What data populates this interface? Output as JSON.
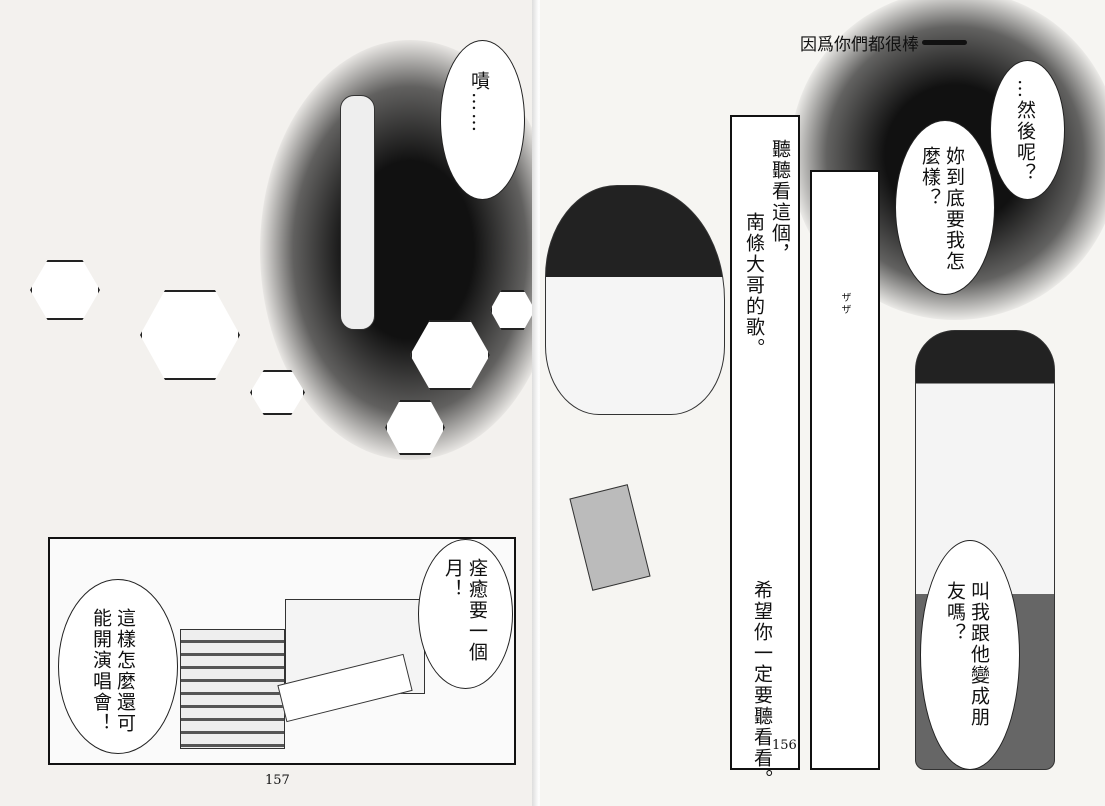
{
  "header": {
    "title": "因爲你們都很棒"
  },
  "left_page": {
    "page_number": "157",
    "bubble_tsk": "嘖……",
    "bubble_recovery": "痊癒要一個月！",
    "bubble_concert": "這樣怎麼還可能開演唱會！"
  },
  "right_page": {
    "page_number": "156",
    "bubble_then": "…然後呢？",
    "bubble_what": "妳到底要我怎麼樣？",
    "caption_listen": "聽聽看這個，",
    "caption_song": "南條大哥的歌。",
    "caption_hope": "希望你一定要聽看看。",
    "bubble_friends": "叫我跟他變成朋友嗎？",
    "sfx": "ザザ"
  }
}
